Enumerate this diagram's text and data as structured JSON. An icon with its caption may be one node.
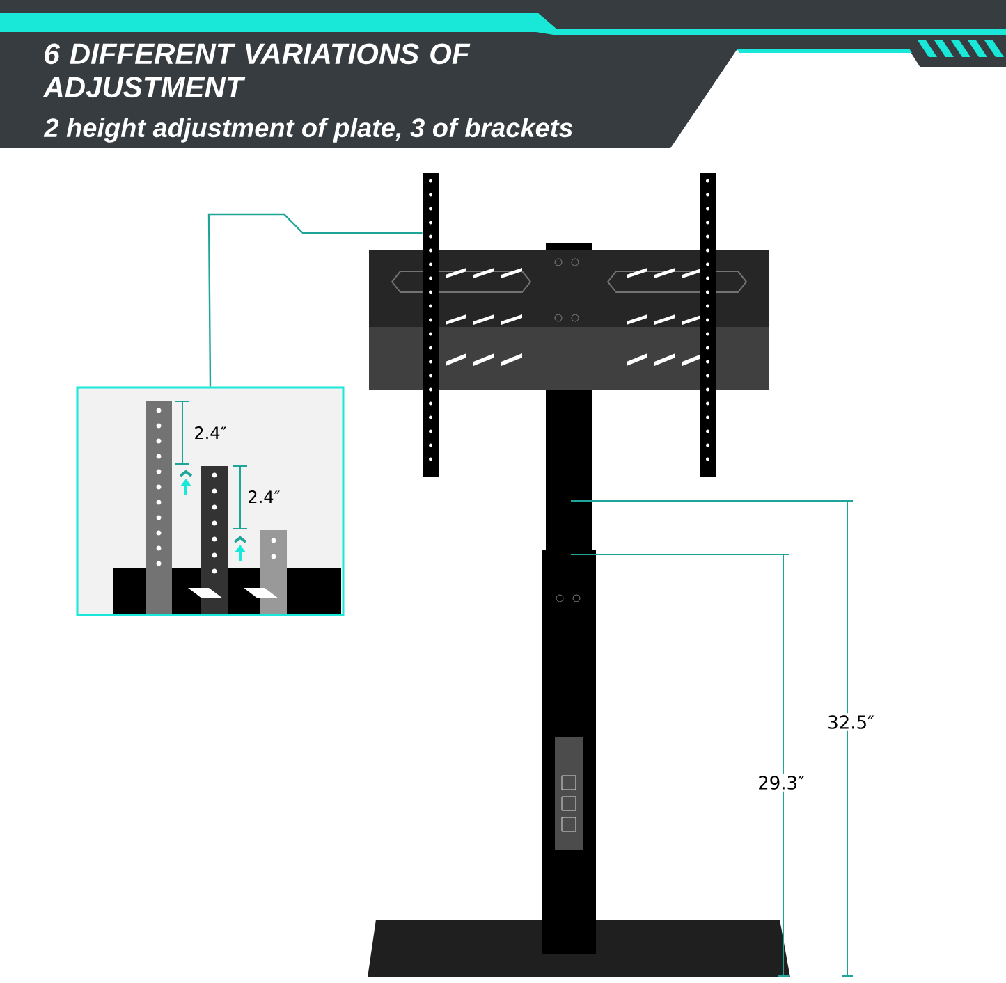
{
  "diagram": {
    "title": "6 DIFFERENT VARIATIONS OF ADJUSTMENT",
    "nodes": [
      {
        "text": [],
        "shape": "box"
      },
      {
        "text": [],
        "shape": "picture"
      }
    ],
    "edges": [
      {
        "from": 1,
        "to": 0,
        "arrow": "none"
      }
    ],
    "labels": [
      "2 height adjustment of plate, 3 of brackets",
      "2.4″",
      "2.4″",
      "32.5″",
      "29.3″"
    ]
  }
}
